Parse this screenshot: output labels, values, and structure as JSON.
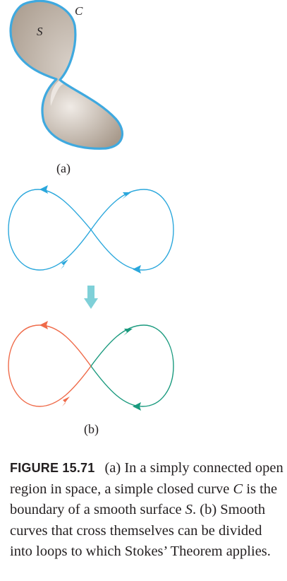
{
  "figure": {
    "part_a": {
      "surface_label": "S",
      "curve_label": "C",
      "sublabel": "(a)"
    },
    "part_b": {
      "sublabel": "(b)"
    },
    "colors": {
      "surface_fill": "#bdb1a5",
      "boundary": "#3fa9df",
      "curve_top": "#2aa7dc",
      "arrow": "#7fd0d8",
      "loop_left": "#ef6b4a",
      "loop_right": "#1a9a7e"
    }
  },
  "caption": {
    "figure_number": "FIGURE 15.71",
    "part1": "(a) In a simply connected open region in space, a simple closed curve ",
    "curve_symbol": "C",
    "part2": " is the boundary of a smooth surface ",
    "surface_symbol": "S",
    "part3": ". (b) Smooth curves that cross themselves can be divided into loops to which Stokes’ Theorem applies."
  }
}
